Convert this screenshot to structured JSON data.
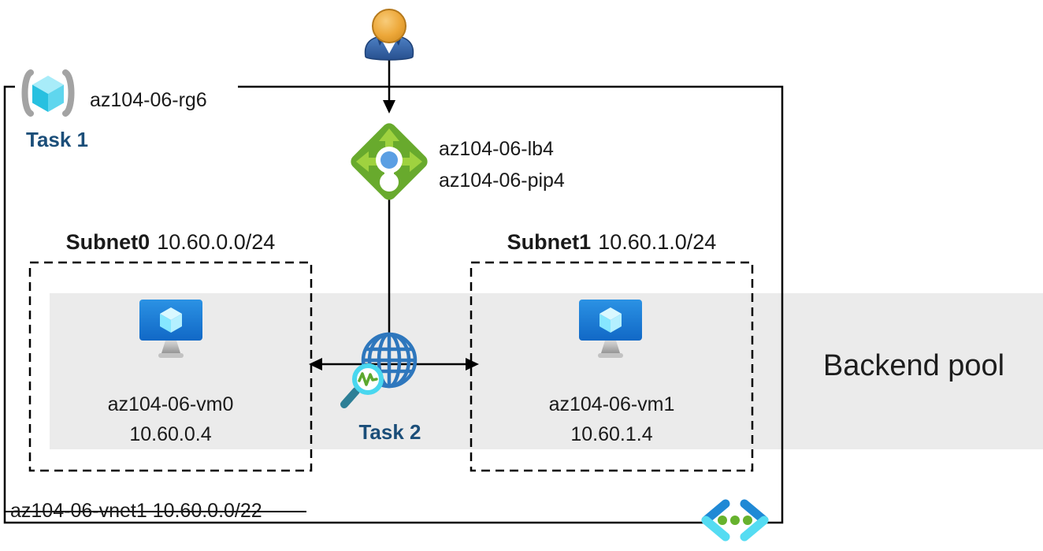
{
  "labels": {
    "resource_group": "az104-06-rg6",
    "task1": "Task 1",
    "lb_name": "az104-06-lb4",
    "pip_name": "az104-06-pip4",
    "subnet0_name": "Subnet0",
    "subnet0_cidr": "10.60.0.0/24",
    "subnet1_name": "Subnet1",
    "subnet1_cidr": "10.60.1.0/24",
    "vm0_name": "az104-06-vm0",
    "vm0_ip": "10.60.0.4",
    "vm1_name": "az104-06-vm1",
    "vm1_ip": "10.60.1.4",
    "task2": "Task 2",
    "backend_pool": "Backend pool",
    "vnet": "az104-06-vnet1 10.60.0.0/22"
  },
  "icons": {
    "user": "user-icon",
    "resource_group": "resource-group-icon",
    "load_balancer": "load-balancer-icon",
    "virtual_machine": "vm-icon",
    "globe_magnifier": "globe-magnifier-icon",
    "code_brackets": "code-brackets-icon"
  },
  "colors": {
    "task_text": "#1b4e79",
    "line": "#000000",
    "backend_band": "#ebebeb",
    "lb_green": "#68aa2d",
    "lb_arrow_green": "#9fd23f",
    "azure_blue": "#1b82dc",
    "globe_blue": "#2e77bd",
    "cyan_accent": "#4ed8f0",
    "bracket_gray": "#a3a3a3"
  }
}
